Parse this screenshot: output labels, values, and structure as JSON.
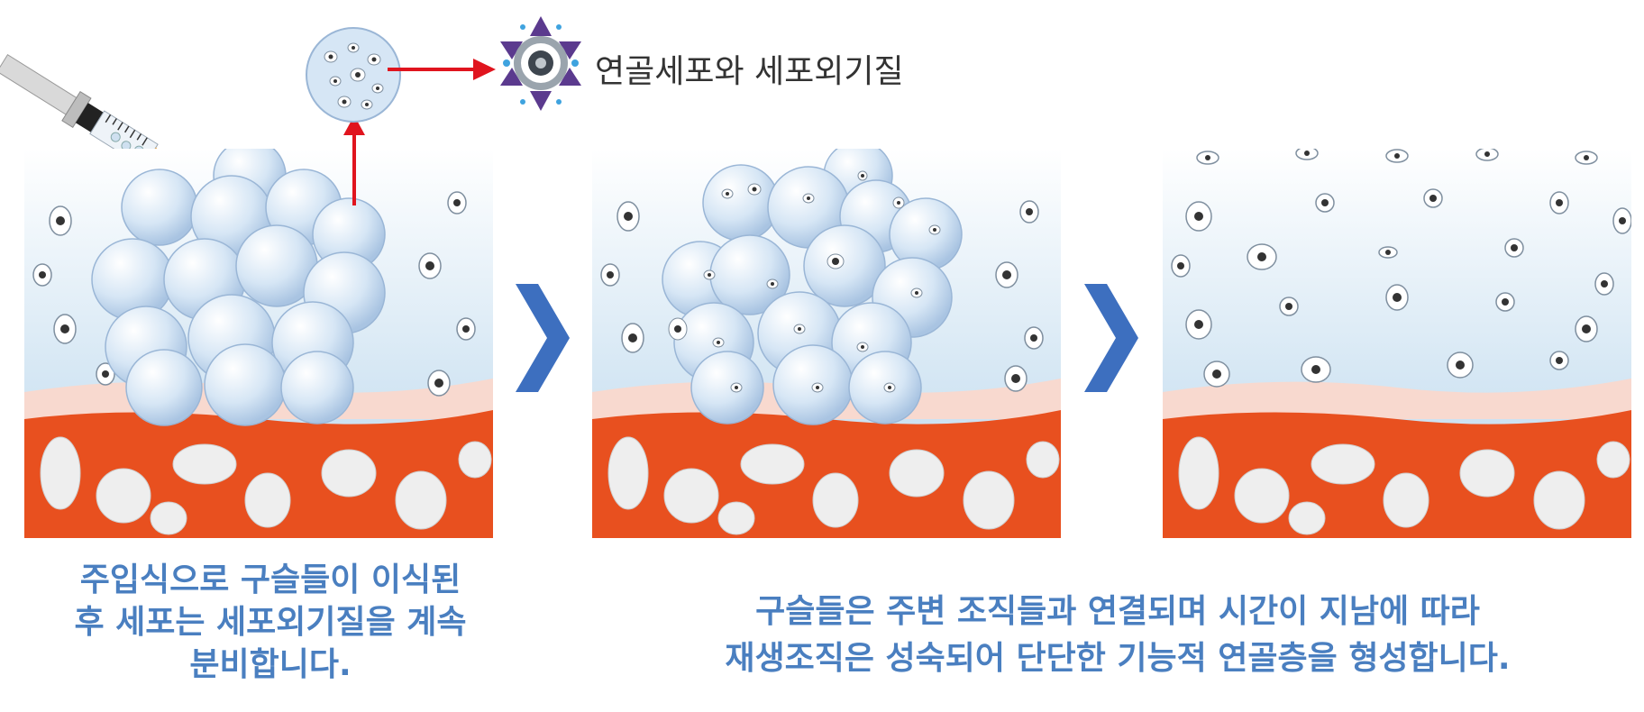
{
  "legend": {
    "label": "연골세포와 세포외기질",
    "icon": "chondrocyte-icon"
  },
  "captions": {
    "left": [
      "주입식으로 구슬들이 이식된",
      "후 세포는 세포외기질을 계속",
      "분비합니다."
    ],
    "right": [
      "구슬들은 주변 조직들과 연결되며 시간이 지남에 따라",
      "재생조직은 성숙되어 단단한 기능적 연골층을 형성합니다."
    ]
  },
  "colors": {
    "caption": "#4a7fc0",
    "bone": "#e8501f",
    "arrow": "#3d6fbf",
    "red_arrow": "#e0141e",
    "legend_purple": "#5b3a8e"
  }
}
